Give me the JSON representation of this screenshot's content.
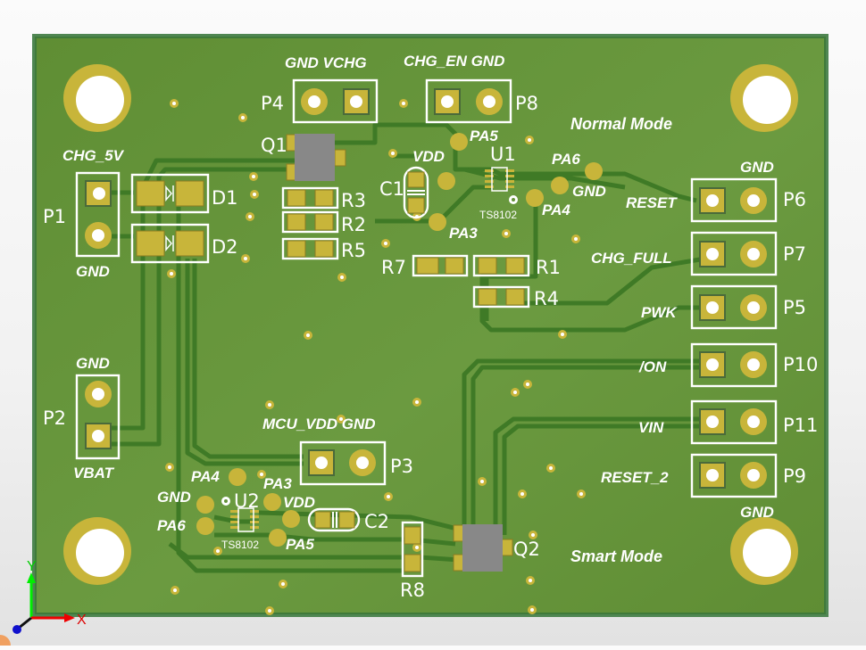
{
  "app": {
    "view": "3D PCB Layout View"
  },
  "colors": {
    "board": "#65933a",
    "copper": "#c8b53a",
    "silkscreen": "#ffffff",
    "component_body": "#888888",
    "axis_x": "#ff0000",
    "axis_y": "#00ff00",
    "axis_z": "#0000ff"
  },
  "board": {
    "mode_labels": {
      "normal": "Normal Mode",
      "smart": "Smart Mode"
    },
    "headers": [
      {
        "ref": "P1",
        "pin_labels": [
          "CHG_5V",
          "GND"
        ]
      },
      {
        "ref": "P2",
        "pin_labels": [
          "GND",
          "VBAT"
        ]
      },
      {
        "ref": "P3",
        "pin_labels": [
          "MCU_VDD GND"
        ]
      },
      {
        "ref": "P4",
        "pin_labels": [
          "GND VCHG"
        ]
      },
      {
        "ref": "P8",
        "pin_labels": [
          "CHG_EN GND"
        ]
      },
      {
        "ref": "P6",
        "pin_labels": [
          "RESET",
          "GND"
        ]
      },
      {
        "ref": "P7",
        "pin_labels": [
          "CHG_FULL"
        ]
      },
      {
        "ref": "P5",
        "pin_labels": [
          "PWK"
        ]
      },
      {
        "ref": "P10",
        "pin_labels": [
          "/ON"
        ]
      },
      {
        "ref": "P11",
        "pin_labels": [
          "VIN"
        ]
      },
      {
        "ref": "P9",
        "pin_labels": [
          "RESET_2",
          "GND"
        ]
      }
    ],
    "refs": {
      "P1": "P1",
      "P2": "P2",
      "P3": "P3",
      "P4": "P4",
      "P5": "P5",
      "P6": "P6",
      "P7": "P7",
      "P8": "P8",
      "P9": "P9",
      "P10": "P10",
      "P11": "P11",
      "D1": "D1",
      "D2": "D2",
      "Q1": "Q1",
      "Q2": "Q2",
      "R1": "R1",
      "R2": "R2",
      "R3": "R3",
      "R4": "R4",
      "R5": "R5",
      "R7": "R7",
      "R8": "R8",
      "C1": "C1",
      "C2": "C2",
      "U1": "U1",
      "U2": "U2"
    },
    "net_labels": {
      "chg_5v": "CHG_5V",
      "p1_gnd": "GND",
      "p2_gnd": "GND",
      "vbat": "VBAT",
      "gnd_vchg": "GND VCHG",
      "chg_en_gnd": "CHG_EN GND",
      "mcu_vdd_gnd": "MCU_VDD GND",
      "reset": "RESET",
      "p6_gnd": "GND",
      "chg_full": "CHG_FULL",
      "pwk": "PWK",
      "on": "/ON",
      "vin": "VIN",
      "reset_2": "RESET_2",
      "p9_gnd": "GND",
      "u1_pa5": "PA5",
      "u1_vdd": "VDD",
      "u1_pa6": "PA6",
      "u1_gnd": "GND",
      "u1_pa4": "PA4",
      "u1_pa3": "PA3",
      "u2_pa4": "PA4",
      "u2_pa3": "PA3",
      "u2_gnd": "GND",
      "u2_vdd": "VDD",
      "u2_pa6": "PA6",
      "u2_pa5": "PA5"
    },
    "chip_labels": {
      "u1": "TS8102",
      "u2": "TS8102"
    }
  },
  "axes": {
    "x_label": "X",
    "y_label": "Y"
  }
}
